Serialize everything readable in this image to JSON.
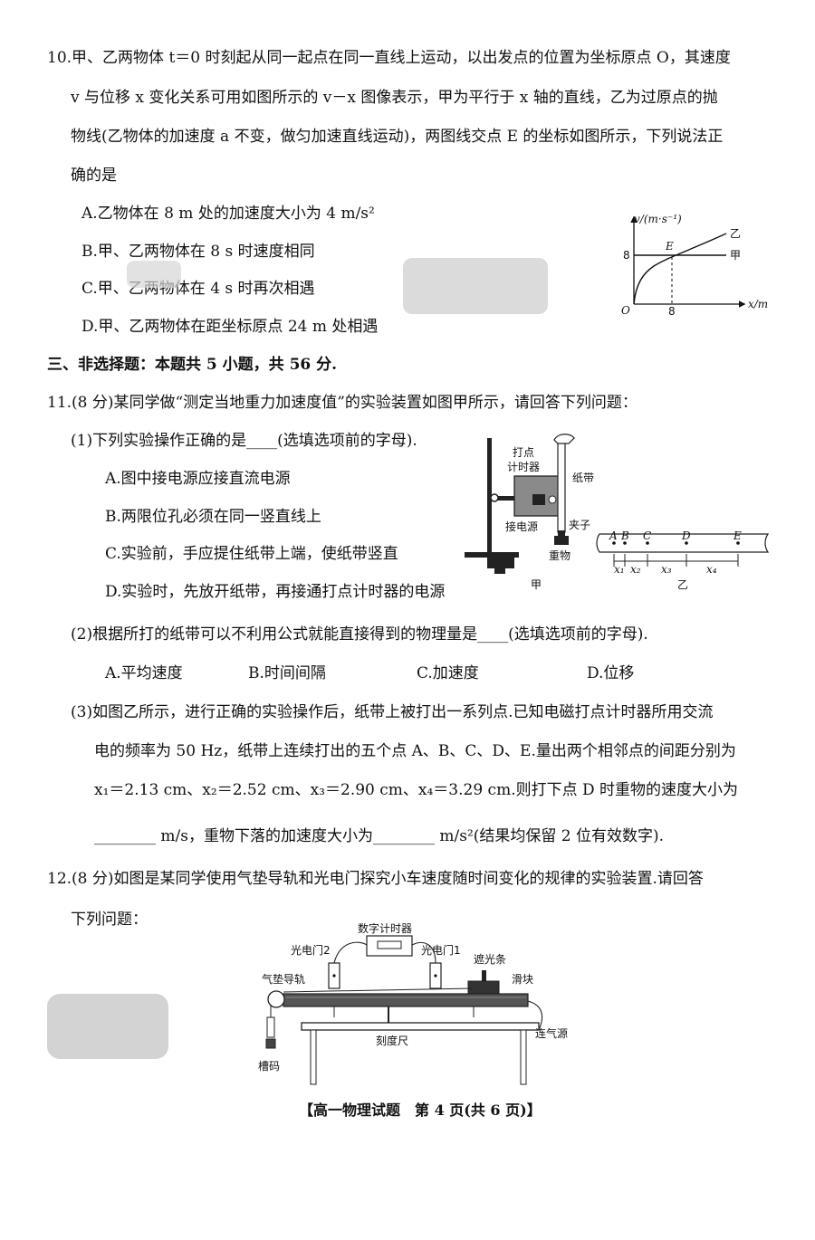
{
  "q10": {
    "stem": [
      "10.甲、乙两物体 t＝0 时刻起从同一起点在同一直线上运动，以出发点的位置为坐标原点 O，其速度",
      "v 与位移 x 变化关系可用如图所示的 v－x 图像表示，甲为平行于 x 轴的直线，乙为过原点的抛",
      "物线(乙物体的加速度 a 不变，做匀加速直线运动)，两图线交点 E 的坐标如图所示，下列说法正",
      "确的是"
    ],
    "options": [
      "A.乙物体在 8 m 处的加速度大小为 4 m/s²",
      "B.甲、乙两物体在 8 s 时速度相同",
      "C.甲、乙两物体在 4 s 时再次相遇",
      "D.甲、乙两物体在距坐标原点 24 m 处相遇"
    ],
    "graph": {
      "y_axis_label": "v/(m·s⁻¹)",
      "x_axis_label": "x/m",
      "origin": "O",
      "y_tick": "8",
      "x_tick": "8",
      "point_label": "E",
      "label_yi": "乙",
      "label_jia": "甲"
    }
  },
  "section3": "三、非选择题：本题共 5 小题，共 56 分.",
  "q11": {
    "stem": "11.(8 分)某同学做“测定当地重力加速度值”的实验装置如图甲所示，请回答下列问题：",
    "p1": "(1)下列实验操作正确的是____(选填选项前的字母).",
    "p1_options": [
      "A.图中接电源应接直流电源",
      "B.两限位孔必须在同一竖直线上",
      "C.实验前，手应提住纸带上端，使纸带竖直",
      "D.实验时，先放开纸带，再接通打点计时器的电源"
    ],
    "fig_jia": {
      "timer_1": "打点",
      "timer_2": "计时器",
      "tape": "纸带",
      "power": "接电源",
      "clip": "夹子",
      "weight": "重物",
      "caption": "甲"
    },
    "fig_yi": {
      "points": [
        "A",
        "B",
        "C",
        "D",
        "E"
      ],
      "segments": [
        "x₁",
        "x₂",
        "x₃",
        "x₄"
      ],
      "caption": "乙"
    },
    "p2": "(2)根据所打的纸带可以不利用公式就能直接得到的物理量是____(选填选项前的字母).",
    "p2_options": [
      "A.平均速度",
      "B.时间间隔",
      "C.加速度",
      "D.位移"
    ],
    "p3": [
      "(3)如图乙所示，进行正确的实验操作后，纸带上被打出一系列点.已知电磁打点计时器所用交流",
      "电的频率为 50 Hz，纸带上连续打出的五个点 A、B、C、D、E.量出两个相邻点的间距分别为",
      "x₁＝2.13 cm、x₂＝2.52 cm、x₃＝2.90 cm、x₄＝3.29 cm.则打下点 D 时重物的速度大小为",
      "________ m/s，重物下落的加速度大小为________ m/s²(结果均保留 2 位有效数字)."
    ]
  },
  "q12": {
    "stem": [
      "12.(8 分)如图是某同学使用气垫导轨和光电门探究小车速度随时间变化的规律的实验装置.请回答",
      "下列问题："
    ],
    "fig": {
      "timer": "数字计时器",
      "gate2": "光电门2",
      "gate1": "光电门1",
      "shade": "遮光条",
      "slider": "滑块",
      "rail": "气垫导轨",
      "ruler": "刻度尺",
      "air": "连气源",
      "hook": "槽码"
    }
  },
  "footer": "【高一物理试题　第 4 页(共 6 页)】"
}
